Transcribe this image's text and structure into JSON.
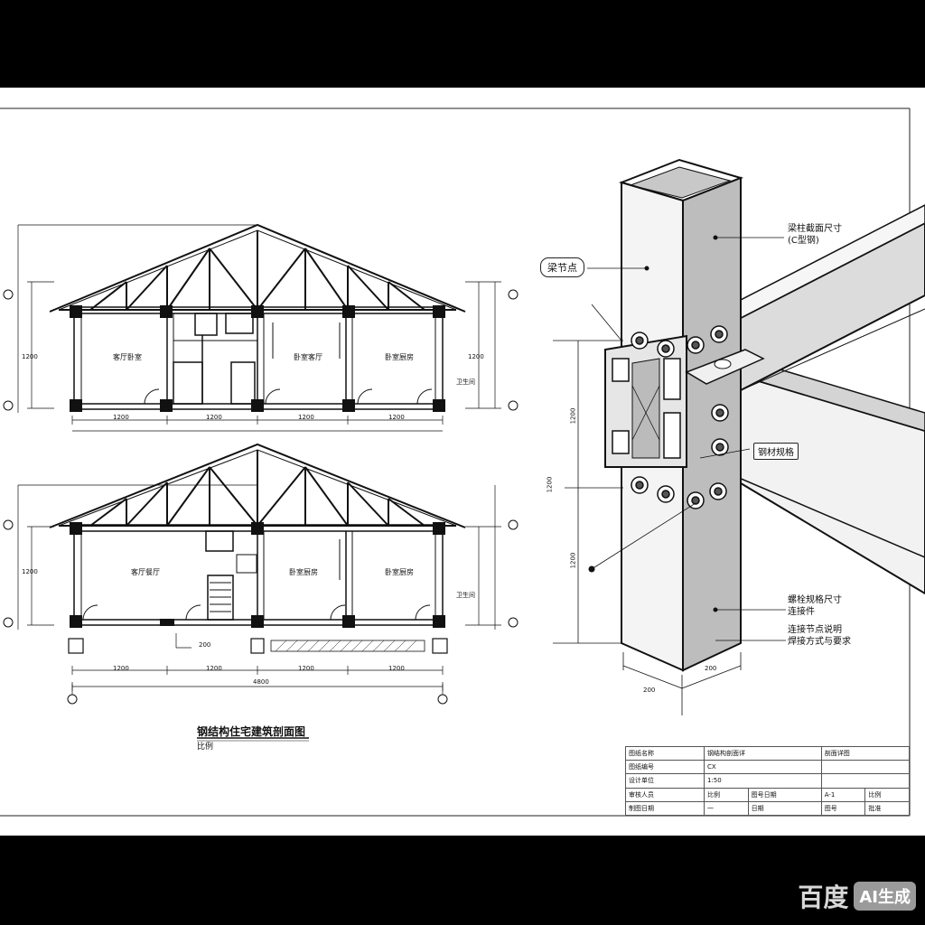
{
  "callouts": {
    "joint_node": "梁节点",
    "section_size": "梁柱截面尺寸",
    "section_sub": "(C型钢)",
    "material": "钢材规格",
    "bolt_size": "螺栓规格尺寸",
    "bolt_sub": "连接件",
    "weld_note": "连接节点说明",
    "weld_note2": "焊接方式与要求"
  },
  "rooms": {
    "upper": [
      "客厅卧室",
      "卧室客厅",
      "卧室厨房",
      "卫生间"
    ],
    "lower": [
      "客厅餐厅",
      "卧室厨房",
      "卧室厨房",
      "卫生间"
    ]
  },
  "dims": {
    "upper_bottom": [
      "1200",
      "1200",
      "1200",
      "1200"
    ],
    "lower_bottom": [
      "1200",
      "1200",
      "1200",
      "1200"
    ],
    "lower_total": "4800",
    "left_side": [
      "1200",
      "1200"
    ],
    "right_side": [
      "1200"
    ],
    "detail_v": [
      "1200",
      "1200",
      "1200"
    ],
    "detail_base": [
      "200",
      "200"
    ]
  },
  "title": {
    "main": "钢结构住宅建筑剖面图",
    "sub": "比例"
  },
  "table": [
    [
      "图纸名称",
      "钢结构剖面详",
      "剖面详图"
    ],
    [
      "图纸编号",
      "CX",
      ""
    ],
    [
      "设计单位",
      "1:50",
      ""
    ],
    [
      "审核人员",
      "比例",
      "图号日期",
      "A-1",
      "比例"
    ],
    [
      "制图日期",
      "一",
      "日期",
      "图号",
      "批准"
    ]
  ],
  "watermark": {
    "brand": "百度",
    "badge": "AI生成"
  }
}
